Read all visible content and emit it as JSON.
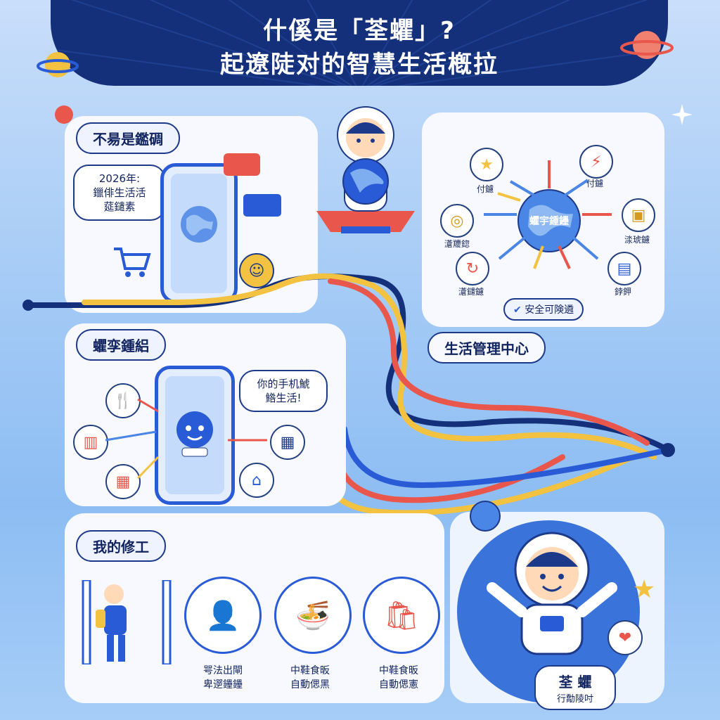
{
  "header": {
    "title_line1": "什傒是「荃蠷」?",
    "title_line2": "起遼陡对的智慧生活槪拉"
  },
  "section1": {
    "label": "不昜是鑑碉",
    "bubble": "2026年:\n鑞俳生活活\n莚鑓素"
  },
  "section2": {
    "label": "蠷孪鍾絽",
    "bubble": "你的手机鯱\n鯦生活!"
  },
  "section3": {
    "label": "我的修工",
    "captions": [
      "咢法出閘\n卑遻鑸鑸",
      "中鞋食昄\n自動偲黑",
      "中鞋食昄\n自動偲憲"
    ]
  },
  "hub": {
    "center_label": "蠷宇鍾鑸",
    "nodes": [
      "付鑢",
      "付鑢",
      "濸羻鍃",
      "渁琥鑢",
      "濸鑓鑢",
      "鋍鉀"
    ],
    "safety_badge": "安全可険遴"
  },
  "management_label": "生活管理中心",
  "hero_badge": {
    "line1": "荃 蠷",
    "line2": "行勪陵吋"
  },
  "colors": {
    "navy": "#14307a",
    "blue": "#2a5bd7",
    "red": "#e9574c",
    "yellow": "#f2c240",
    "panel": "#f7f9fe"
  },
  "icons": [
    "planet-icon",
    "star-icon",
    "globe-icon",
    "shopping-cart-icon",
    "credit-card-icon",
    "smile-icon",
    "robot-icon",
    "calendar-icon",
    "home-icon",
    "fork-knife-icon",
    "chart-icon",
    "shield-check-icon",
    "coins-icon",
    "id-card-icon",
    "phone-icon"
  ]
}
